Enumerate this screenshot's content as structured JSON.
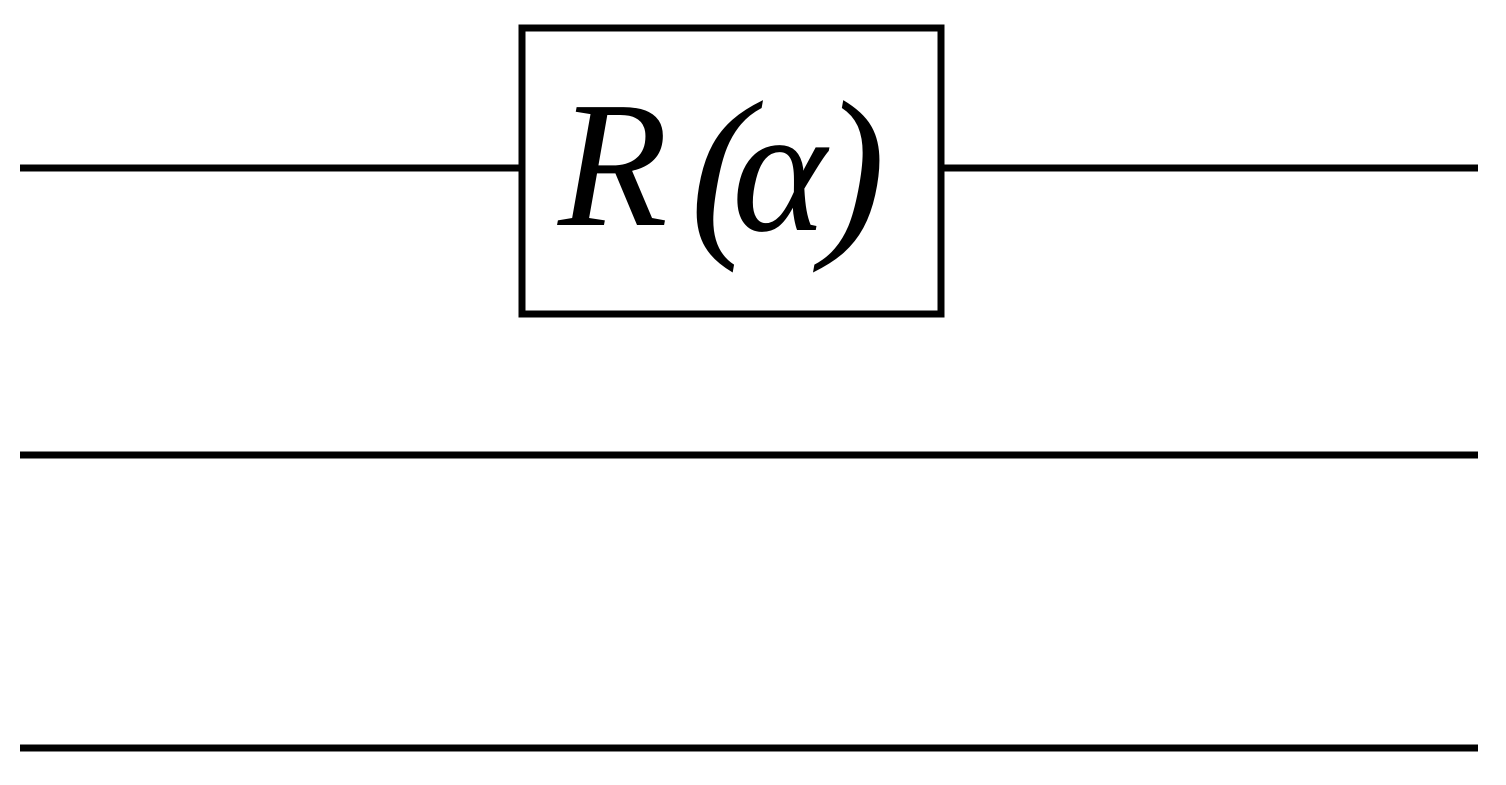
{
  "diagram": {
    "wires": [
      {
        "id": "qubit-wire-1"
      },
      {
        "id": "qubit-wire-2"
      },
      {
        "id": "qubit-wire-3"
      }
    ],
    "gate": {
      "symbol": "R",
      "open_paren": "(",
      "argument": "α",
      "close_paren": ")",
      "wire_index": 0
    },
    "colors": {
      "stroke": "#000000",
      "background": "#ffffff"
    }
  }
}
